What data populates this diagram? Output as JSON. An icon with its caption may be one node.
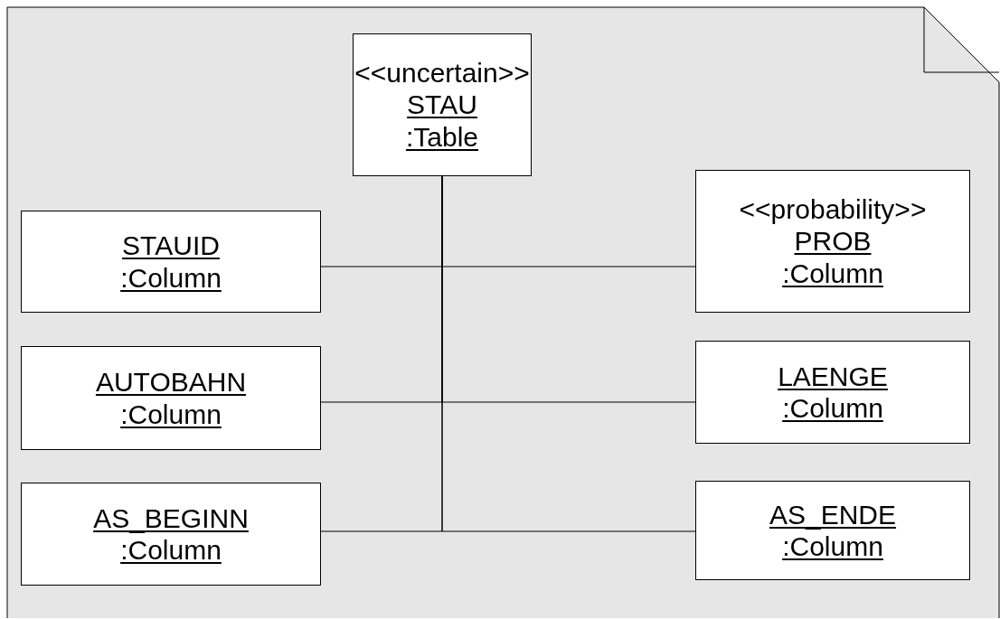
{
  "diagram": {
    "nodes": [
      {
        "text": [
          "<<uncertain>>",
          "STAU :Table"
        ]
      },
      {
        "text": [
          "STAUID :Column"
        ]
      },
      {
        "text": [
          "<<probability>>",
          "PROB :Column"
        ]
      },
      {
        "text": [
          "AUTOBAHN :Column"
        ]
      },
      {
        "text": [
          "LAENGE :Column"
        ]
      },
      {
        "text": [
          "AS_BEGINN :Column"
        ]
      },
      {
        "text": [
          "AS_ENDE :Column"
        ]
      }
    ],
    "edges": [
      {
        "from": 0,
        "to": 1,
        "arrow": "none"
      },
      {
        "from": 0,
        "to": 2,
        "arrow": "none"
      },
      {
        "from": 0,
        "to": 3,
        "arrow": "none"
      },
      {
        "from": 0,
        "to": 4,
        "arrow": "none"
      },
      {
        "from": 0,
        "to": 5,
        "arrow": "none"
      },
      {
        "from": 0,
        "to": 6,
        "arrow": "none"
      }
    ]
  }
}
